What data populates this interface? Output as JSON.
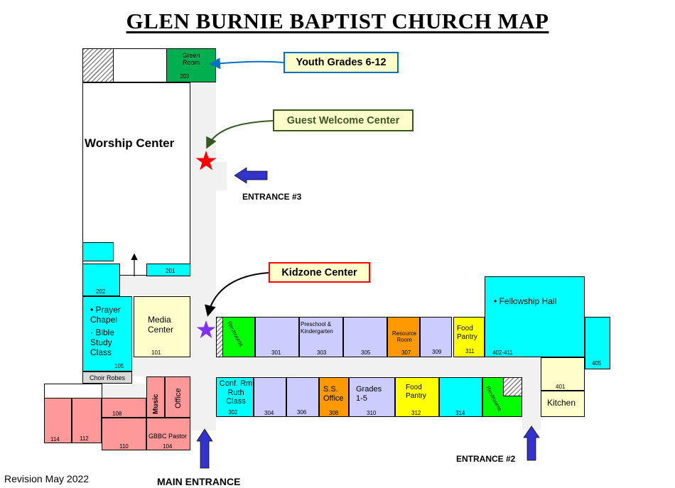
{
  "title": "GLEN BURNIE BAPTIST CHURCH MAP",
  "revision": "Revision May 2022",
  "entrances": {
    "main": "MAIN ENTRANCE",
    "two": "ENTRANCE  #2",
    "three": "ENTRANCE  #3"
  },
  "callouts": {
    "youth": "Youth Grades 6-12",
    "guest": "Guest Welcome Center",
    "kidzone": "Kidzone Center"
  },
  "rooms": {
    "green_room": "Green Room",
    "r203": "203",
    "worship": "Worship Center",
    "r201": "201",
    "r202": "202",
    "prayer_chapel": "• Prayer Chapel",
    "bible_study": "· Bible Study Class",
    "r105": "105",
    "media_center": "Media Center",
    "r101": "101",
    "choir_robes": "Choir Robes",
    "restrooms_a": "Restrooms",
    "r301": "301",
    "preschool": "Preschool & Kindergarten",
    "r303": "303",
    "r305": "305",
    "resource_room": "Resource Room",
    "r307": "307",
    "r309": "309",
    "food_pantry_a": "Food Pantry",
    "r311": "311",
    "fellowship_hall": "• Fellowship Hall",
    "r402_411": "402-411",
    "r405": "405",
    "r401": "401",
    "kitchen": "Kitchen",
    "restrooms_b": "Restrooms",
    "r314": "314",
    "food_pantry_b": "Food Pantry",
    "r312": "312",
    "grades_1_5": "Grades 1-5",
    "r310": "310",
    "ss_office": "S.S. Office",
    "r308": "308",
    "r306": "306",
    "r304": "304",
    "conf_rm": "Conf. Rm Ruth Class",
    "r302": "302",
    "office": "Office",
    "music": "Music",
    "gbbc_pastor": "GBBC Pastor",
    "r104": "104",
    "r108": "108",
    "r110": "110",
    "r112": "112",
    "r114": "114"
  },
  "colors": {
    "cyan": "#00ffff",
    "green": "#00b050",
    "bright_green": "#00ff00",
    "lavender": "#ccccff",
    "orange": "#ff9900",
    "yellow": "#ffff00",
    "pale_yellow": "#ffffcc",
    "salmon": "#ff9999",
    "arrow_blue": "#3333cc",
    "star_red": "#ff0000",
    "star_purple": "#7f2fff",
    "callout_blue": "#0070c0",
    "callout_green": "#385723",
    "callout_red": "#ff0000"
  },
  "markers": {
    "guest_star": "red-star-icon",
    "kidzone_star": "purple-star-icon"
  }
}
